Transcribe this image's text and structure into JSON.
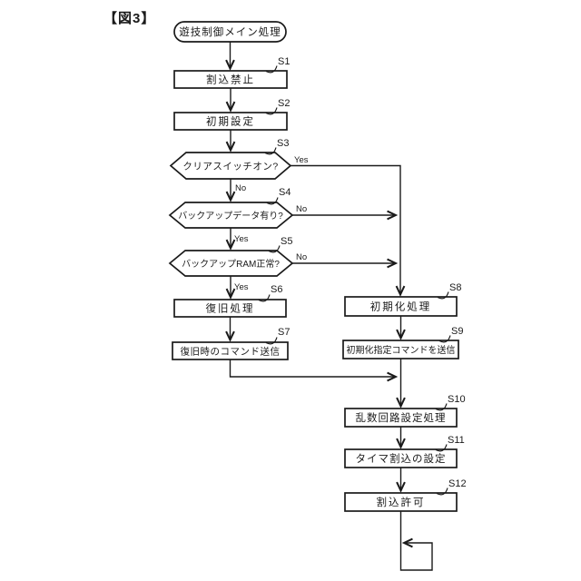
{
  "figure": {
    "label": "【図3】"
  },
  "flowchart": {
    "start": {
      "label": "遊技制御メイン処理"
    },
    "steps": [
      {
        "id": "S1",
        "label": "割込禁止",
        "type": "process"
      },
      {
        "id": "S2",
        "label": "初期設定",
        "type": "process"
      },
      {
        "id": "S3",
        "label": "クリアスイッチオン?",
        "type": "decision",
        "yes": "Yes",
        "no": "No"
      },
      {
        "id": "S4",
        "label": "バックアップデータ有り?",
        "type": "decision",
        "yes": "Yes",
        "no": "No"
      },
      {
        "id": "S5",
        "label": "バックアップRAM正常?",
        "type": "decision",
        "yes": "Yes",
        "no": "No"
      },
      {
        "id": "S6",
        "label": "復旧処理",
        "type": "process"
      },
      {
        "id": "S7",
        "label": "復旧時のコマンド送信",
        "type": "process"
      },
      {
        "id": "S8",
        "label": "初期化処理",
        "type": "process"
      },
      {
        "id": "S9",
        "label": "初期化指定コマンドを送信",
        "type": "process"
      },
      {
        "id": "S10",
        "label": "乱数回路設定処理",
        "type": "process"
      },
      {
        "id": "S11",
        "label": "タイマ割込の設定",
        "type": "process"
      },
      {
        "id": "S12",
        "label": "割込許可",
        "type": "process"
      }
    ],
    "colors": {
      "stroke": "#1a1a1a",
      "background": "#ffffff"
    }
  }
}
